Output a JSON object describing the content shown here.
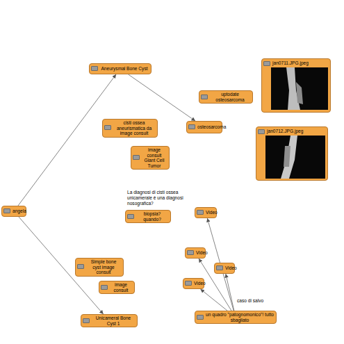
{
  "diagram": {
    "nodes": [
      {
        "text": [
          "Aneurysmal Bone Cyst"
        ]
      },
      {
        "text": [
          "uptodate osteosarcoma"
        ]
      },
      {
        "text": [
          "jan0711.JPG.jpeg"
        ]
      },
      {
        "text": [
          "cisti ossea aneurismatica da image consult"
        ]
      },
      {
        "text": [
          "osteosarcoma"
        ]
      },
      {
        "text": [
          "jan0712.JPG.jpeg"
        ]
      },
      {
        "text": [
          "image consult Giant Cell Tumor"
        ]
      },
      {
        "text": [
          "angela"
        ]
      },
      {
        "text": [
          "biopsia? quando?"
        ]
      },
      {
        "text": [
          "Video"
        ]
      },
      {
        "text": [
          "Video"
        ]
      },
      {
        "text": [
          "Video"
        ]
      },
      {
        "text": [
          "Simple bone cyst image consult"
        ]
      },
      {
        "text": [
          "Video"
        ]
      },
      {
        "text": [
          "image consult"
        ]
      },
      {
        "text": [
          "Unicameral Bone Cyst 1"
        ]
      },
      {
        "text": [
          "un quadro \"patognomonico\"! tutto sbagliato"
        ]
      }
    ],
    "edges": [
      {
        "from": 7,
        "to": 0,
        "arrow": "to"
      },
      {
        "from": 0,
        "to": 4,
        "arrow": "to"
      },
      {
        "from": 7,
        "to": 15,
        "arrow": "to"
      },
      {
        "from": 16,
        "to": 9,
        "arrow": "to"
      },
      {
        "from": 16,
        "to": 10,
        "arrow": "to"
      },
      {
        "from": 16,
        "to": 11,
        "arrow": "to"
      },
      {
        "from": 16,
        "to": 13,
        "arrow": "to"
      }
    ],
    "labels": [
      "La diagnosi di cisti ossea unicamerale è una diagnosi nosografica?",
      "caso di salvo"
    ]
  }
}
